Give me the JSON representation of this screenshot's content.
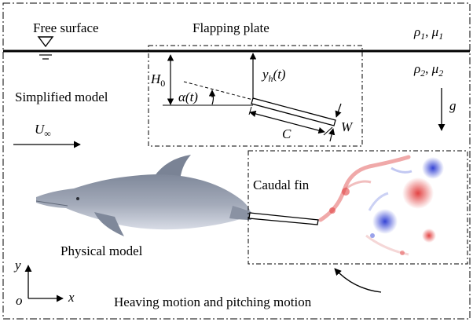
{
  "labels": {
    "free_surface": "Free surface",
    "flapping_plate": "Flapping plate",
    "simplified_model": "Simplified model",
    "physical_model": "Physical model",
    "caudal_fin": "Caudal fin",
    "motion_caption": "Heaving motion and pitching motion"
  },
  "symbols": {
    "rho": "ρ",
    "mu": "μ",
    "comma": ", ",
    "fluid_top_sub": "1",
    "fluid_bottom_sub": "2",
    "U": "U",
    "U_sub": "∞",
    "H": "H",
    "H_sub": "0",
    "alpha": "α(t)",
    "y": "y",
    "y_sub": "h",
    "y_arg": "(t)",
    "C": "C",
    "W": "W",
    "g": "g",
    "axis_y": "y",
    "axis_x": "x",
    "axis_origin": "o"
  },
  "colors": {
    "line": "#000000",
    "vortex_positive": "#e03030",
    "vortex_negative": "#2030d0",
    "dolphin_body": "#9aa2b2",
    "dolphin_belly": "#d4d8e2"
  }
}
